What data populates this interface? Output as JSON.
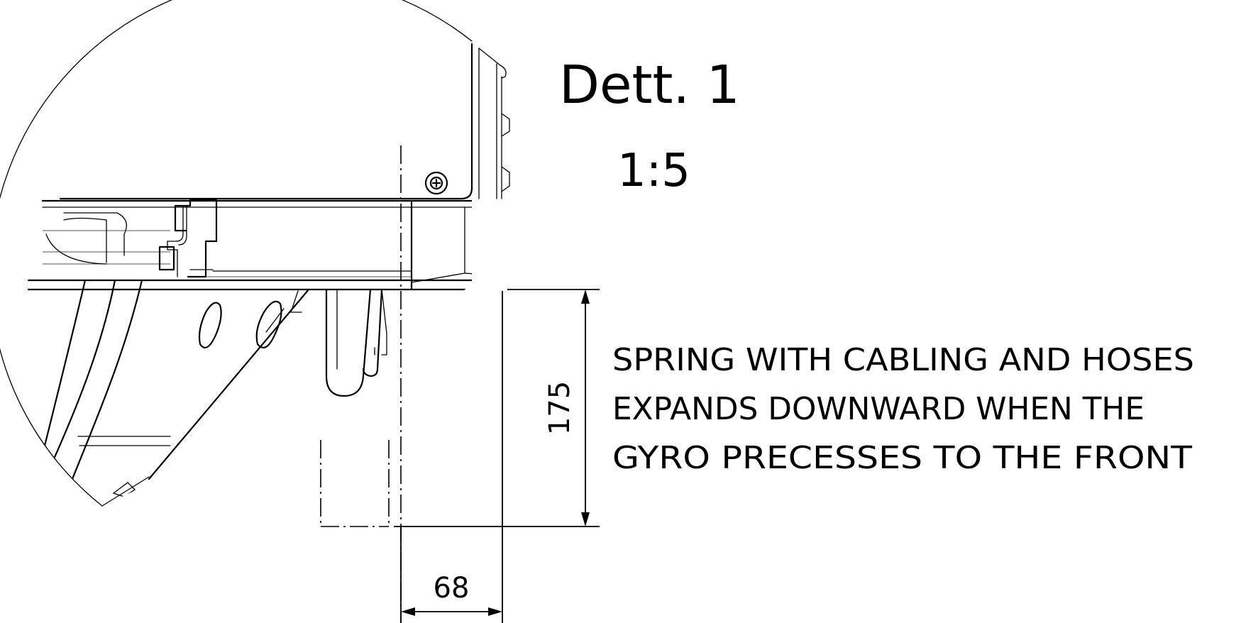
{
  "detail": {
    "title": "Dett. 1",
    "scale": "1:5"
  },
  "dimensions": {
    "vertical": "175",
    "horizontal": "68"
  },
  "note": {
    "line1": "SPRING WITH CABLING AND HOSES",
    "line2": "EXPANDS DOWNWARD WHEN THE",
    "line3": "GYRO PRECESSES TO THE FRONT"
  }
}
